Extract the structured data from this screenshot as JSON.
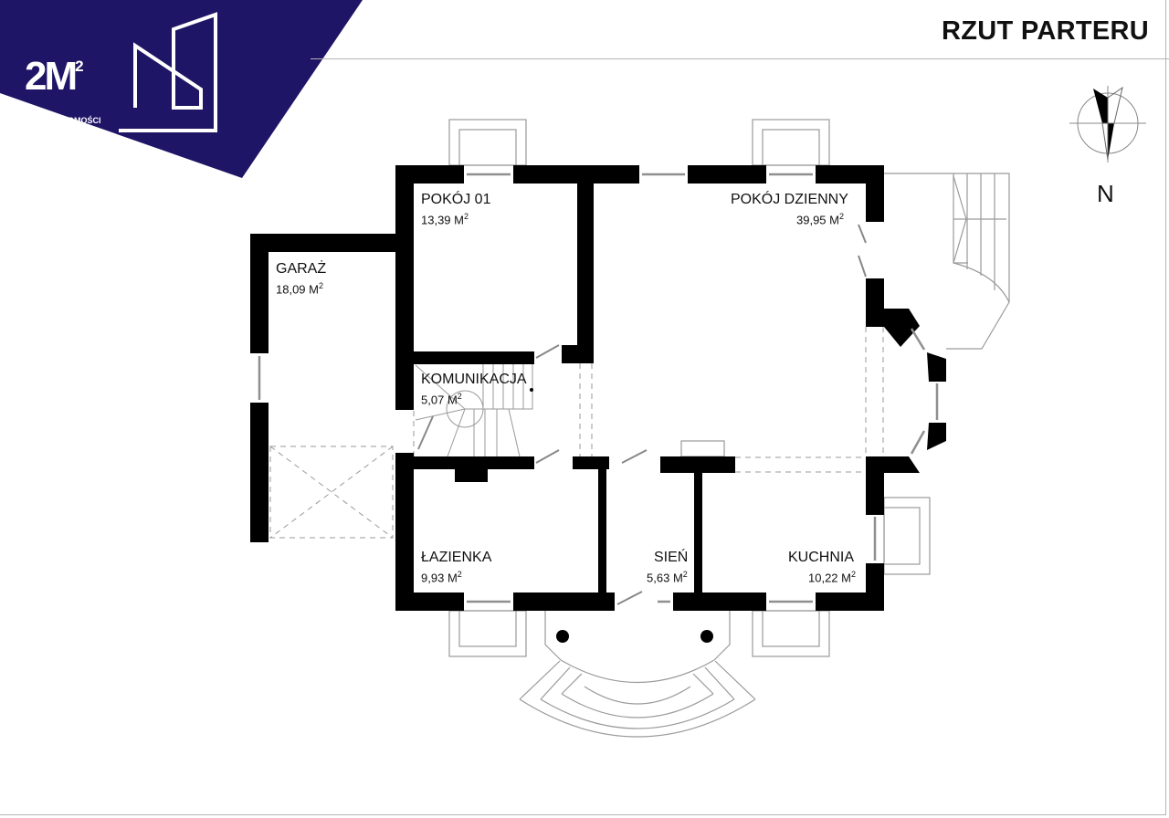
{
  "header": {
    "title": "RZUT PARTERU"
  },
  "logo": {
    "brand": "2M",
    "superscript": "2",
    "subtitle": "NIERUCHOMOŚCI",
    "brand_color": "#1f1566"
  },
  "compass": {
    "label": "N"
  },
  "rooms": [
    {
      "name": "POKÓJ 01",
      "area": "13,39",
      "unit": "M"
    },
    {
      "name": "POKÓJ DZIENNY",
      "area": "39,95",
      "unit": "M"
    },
    {
      "name": "GARAŻ",
      "area": "18,09",
      "unit": "M"
    },
    {
      "name": "KOMUNIKACJA",
      "area": "5,07",
      "unit": "M"
    },
    {
      "name": "ŁAZIENKA",
      "area": "9,93",
      "unit": "M"
    },
    {
      "name": "SIEŃ",
      "area": "5,63",
      "unit": "M"
    },
    {
      "name": "KUCHNIA",
      "area": "10,22",
      "unit": "M"
    }
  ],
  "colors": {
    "wall": "#000000",
    "line": "#9a9a9a",
    "window": "#8f8f8f"
  }
}
